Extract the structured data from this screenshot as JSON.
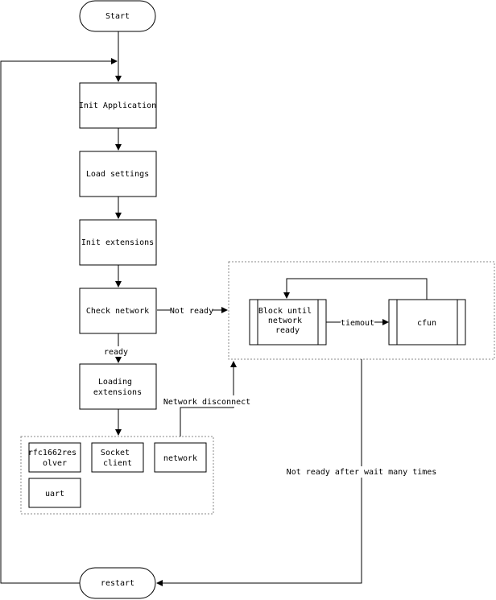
{
  "nodes": {
    "start": "Start",
    "init_application": "Init Application",
    "load_settings": "Load settings",
    "init_extensions": "Init extensions",
    "check_network": "Check network",
    "loading_extensions": [
      "Loading",
      "extensions"
    ],
    "block_until_network_ready": [
      "Block until",
      "network",
      "ready"
    ],
    "cfun": "cfun",
    "rfc1662resolver": [
      "rfc1662res",
      "olver"
    ],
    "socket_client": [
      "Socket",
      "client"
    ],
    "network": "network",
    "uart": "uart",
    "restart": "restart"
  },
  "edges": {
    "not_ready": "Not ready",
    "ready": "ready",
    "tiemout": "tiemout",
    "network_disconnect": "Network disconnect",
    "not_ready_after_wait": "Not ready after wait many times"
  }
}
